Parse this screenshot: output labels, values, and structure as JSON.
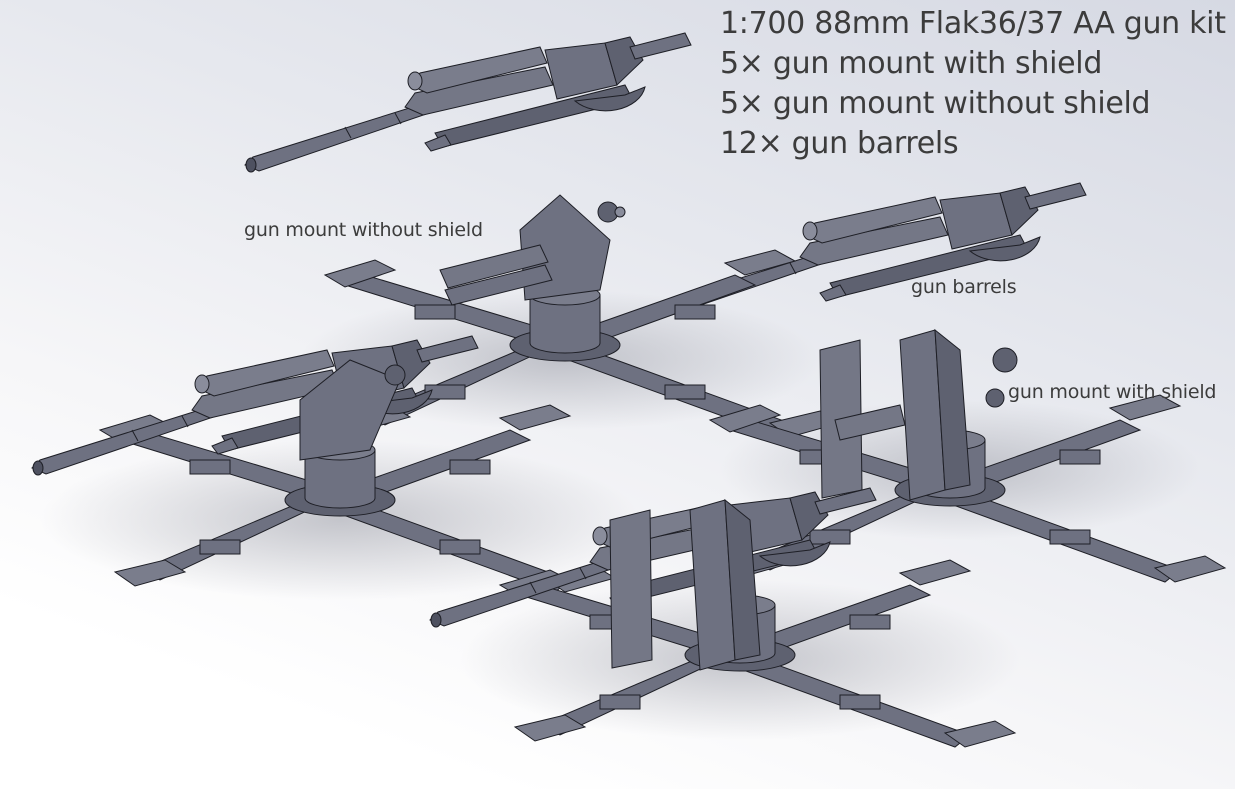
{
  "title_block": {
    "lines": [
      "1:700 88mm Flak36/37 AA gun kit",
      "5× gun mount with shield",
      "5× gun mount without shield",
      "12× gun barrels"
    ]
  },
  "labels": {
    "without_shield": "gun mount without shield",
    "barrels": "gun barrels",
    "with_shield": "gun mount with shield"
  },
  "colors": {
    "model_fill": "#6e7181",
    "model_light": "#8a8d9c",
    "model_dark": "#4e5160",
    "edge": "#1e1f26",
    "text": "#3c3c3c"
  }
}
